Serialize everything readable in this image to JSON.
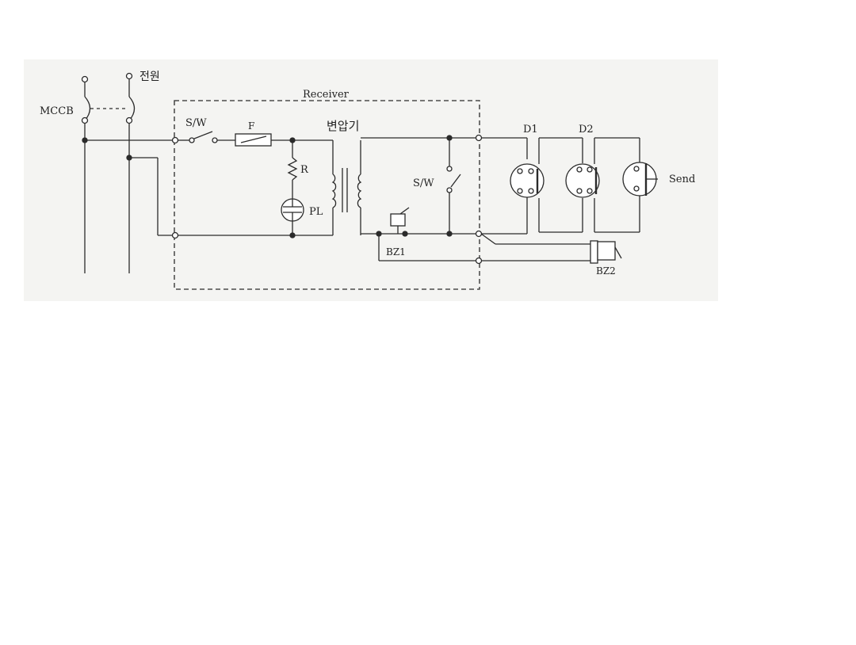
{
  "labels": {
    "mccb": "MCCB",
    "power": "전원",
    "receiver": "Receiver",
    "sw_left": "S/W",
    "fuse": "F",
    "resistor": "R",
    "pilot_lamp": "PL",
    "transformer": "변압기",
    "sw_right": "S/W",
    "bz1": "BZ1",
    "bz2": "BZ2",
    "d1": "D1",
    "d2": "D2",
    "send": "Send"
  },
  "colors": {
    "paper": "#f4f4f2",
    "line": "#2b2b2b",
    "background": "#ffffff"
  }
}
